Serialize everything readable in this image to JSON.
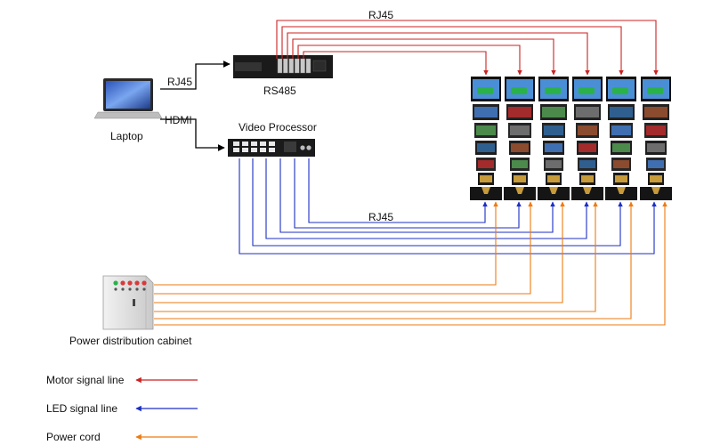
{
  "devices": {
    "laptop": "Laptop",
    "rs485": "RS485",
    "video_processor": "Video Processor",
    "power_cabinet": "Power distribution cabinet"
  },
  "connections": {
    "laptop_to_rs485": "RJ45",
    "laptop_to_processor": "HDMI",
    "rs485_to_screens": "RJ45",
    "processor_to_screens": "RJ45"
  },
  "legend": [
    {
      "label": "Motor signal line",
      "color": "#cc2222"
    },
    {
      "label": "LED signal line",
      "color": "#1c2fc4"
    },
    {
      "label": "Power cord",
      "color": "#ee7a12"
    }
  ],
  "colors": {
    "motor": "#cc2222",
    "led": "#1c2fc4",
    "power": "#ee7a12",
    "wire": "#000000"
  }
}
